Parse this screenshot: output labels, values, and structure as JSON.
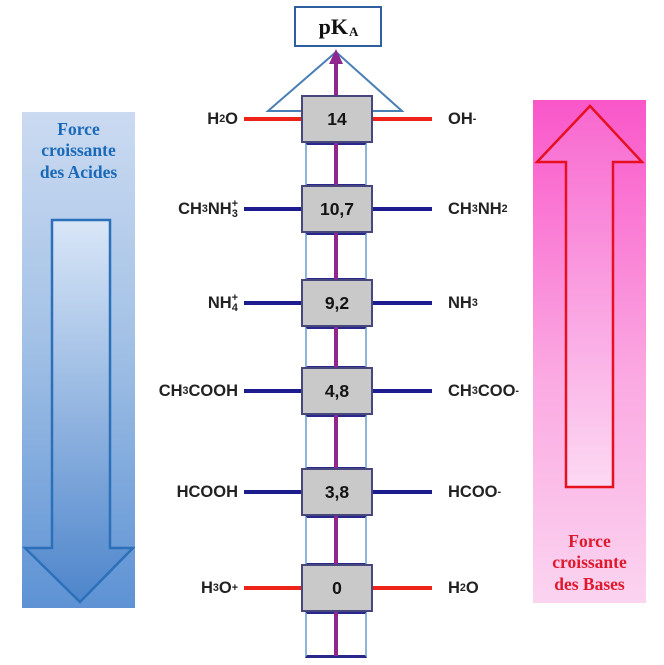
{
  "title": {
    "text": "pK",
    "sub": "A"
  },
  "left_panel": {
    "lines": [
      "Force",
      "croissante",
      "des Acides"
    ],
    "text_color": "#1a69b8",
    "bg_top": "#cbdaf1",
    "bg_bottom": "#5d92d4",
    "arrow_outline": "#2b70b8",
    "arrow_direction": "down"
  },
  "right_panel": {
    "lines": [
      "Force",
      "croissante",
      "des Bases"
    ],
    "text_color": "#e0182c",
    "bg_top": "#f957c9",
    "bg_bottom": "#fbd4f0",
    "arrow_outline": "#e6101f",
    "arrow_direction": "up"
  },
  "colors": {
    "red_line": "#ee2317",
    "navy_line": "#1c1c8e",
    "axis_purple": "#90278f",
    "box_fill": "#c9c9c9",
    "box_border": "#47477e",
    "cell_side": "#8fb4dc",
    "cell_rung": "#28288c",
    "pka_box_border": "#2f5f9e",
    "label_color": "#222222"
  },
  "scale": {
    "rows": [
      {
        "value": "14",
        "line": "red",
        "acid": [
          {
            "t": "H"
          },
          {
            "sub": "2"
          },
          {
            "t": "O"
          }
        ],
        "base": [
          {
            "t": "OH"
          },
          {
            "sup": "-"
          }
        ]
      },
      {
        "value": "10,7",
        "line": "navy",
        "acid": [
          {
            "t": "CH"
          },
          {
            "sub": "3"
          },
          {
            "t": "NH"
          },
          {
            "stack": {
              "sup": "+",
              "sub": "3"
            }
          }
        ],
        "base": [
          {
            "t": "CH"
          },
          {
            "sub": "3"
          },
          {
            "t": "NH"
          },
          {
            "sub": "2"
          }
        ]
      },
      {
        "value": "9,2",
        "line": "navy",
        "acid": [
          {
            "t": "NH"
          },
          {
            "stack": {
              "sup": "+",
              "sub": "4"
            }
          }
        ],
        "base": [
          {
            "t": "NH"
          },
          {
            "sub": "3"
          }
        ]
      },
      {
        "value": "4,8",
        "line": "navy",
        "acid": [
          {
            "t": "CH"
          },
          {
            "sub": "3"
          },
          {
            "t": "COOH"
          }
        ],
        "base": [
          {
            "t": "CH"
          },
          {
            "sub": "3"
          },
          {
            "t": "COO"
          },
          {
            "sup": "-"
          }
        ]
      },
      {
        "value": "3,8",
        "line": "navy",
        "acid": [
          {
            "t": "HCOOH"
          }
        ],
        "base": [
          {
            "t": "HCOO"
          },
          {
            "sup": "-"
          }
        ]
      },
      {
        "value": "0",
        "line": "red",
        "acid": [
          {
            "t": "H"
          },
          {
            "sub": "3"
          },
          {
            "t": "O"
          },
          {
            "sup": "+"
          }
        ],
        "base": [
          {
            "t": "H"
          },
          {
            "sub": "2"
          },
          {
            "t": "O"
          }
        ]
      }
    ]
  }
}
